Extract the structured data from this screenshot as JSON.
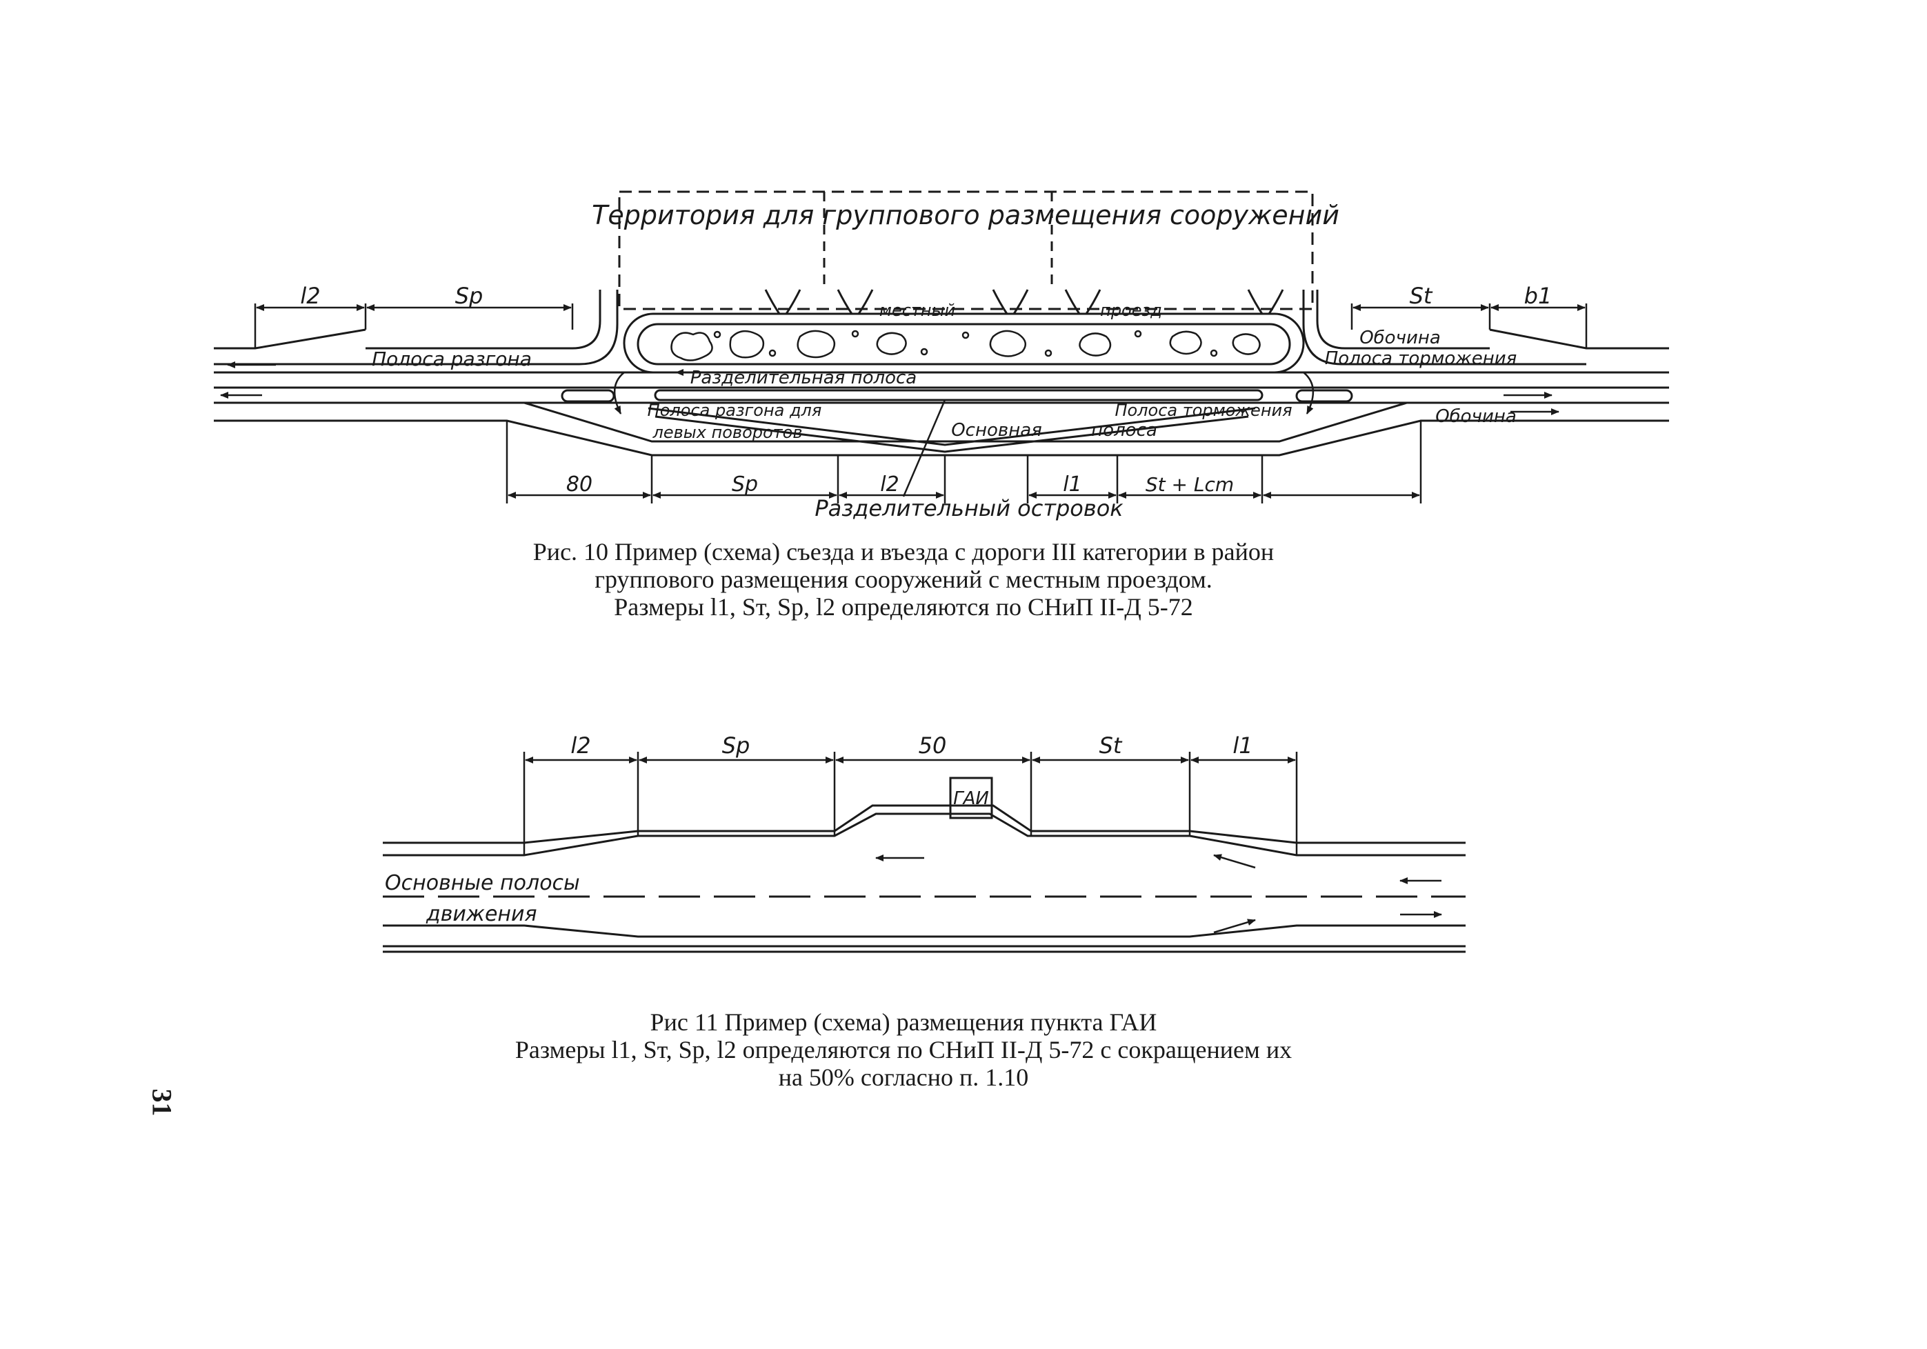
{
  "page_number": "31",
  "fig10": {
    "territory_label": "Территория для группового размещения сооружений",
    "local_road_label_1": "местный",
    "local_road_label_2": "проезд",
    "dim_l2": "l2",
    "dim_sp": "Sp",
    "dim_st": "St",
    "dim_b1": "b1",
    "accel_lane": "Полоса разгона",
    "shoulder_1": "Обочина",
    "decel_lane": "Полоса торможения",
    "separating_lane": "Разделительная полоса",
    "accel_lane_left_turn_1": "Полоса разгона для",
    "accel_lane_left_turn_2": "левых поворотов",
    "decel_lane_2": "Полоса торможения",
    "main_lane_1": "Основная",
    "main_lane_2": "полоса",
    "shoulder_2": "Обочина",
    "dim_80": "80",
    "dim_sp_low": "Sp",
    "dim_l2_low": "l2",
    "dim_l1_low": "l1",
    "dim_st_lcm": "St + Lcm",
    "island_label": "Разделительный островок",
    "caption_line1": "Рис. 10 Пример (схема) съезда и въезда с дороги III категории в район",
    "caption_line2": "группового размещения сооружений с местным проездом.",
    "caption_line3": "Размеры l1, Sт, Sр, l2 определяются по СНиП II-Д 5-72"
  },
  "fig11": {
    "dim_l2": "l2",
    "dim_sp": "Sp",
    "dim_50": "50",
    "dim_st": "St",
    "dim_l1": "l1",
    "gai_box": "ГАИ",
    "main_lanes_1": "Основные полосы",
    "main_lanes_2": "движения",
    "caption_line1": "Рис 11 Пример (схема) размещения пункта ГАИ",
    "caption_line2": "Размеры l1, Sт, Sр, l2 определяются по СНиП II-Д 5-72 с сокращением их",
    "caption_line3": "на 50% согласно п. 1.10"
  }
}
